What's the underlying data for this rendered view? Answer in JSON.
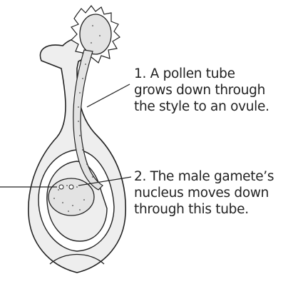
{
  "labels": [
    {
      "lines": [
        "1. A pollen tube",
        "grows down through",
        "the style to an ovule."
      ]
    },
    {
      "lines": [
        "2. The male gamete’s",
        "nucleus moves down",
        "through this tube."
      ]
    }
  ],
  "colors": {
    "outline": "#222222",
    "tissue": "#eeeeee",
    "pollen_fill": "#e3e3e3",
    "background": "#ffffff"
  }
}
